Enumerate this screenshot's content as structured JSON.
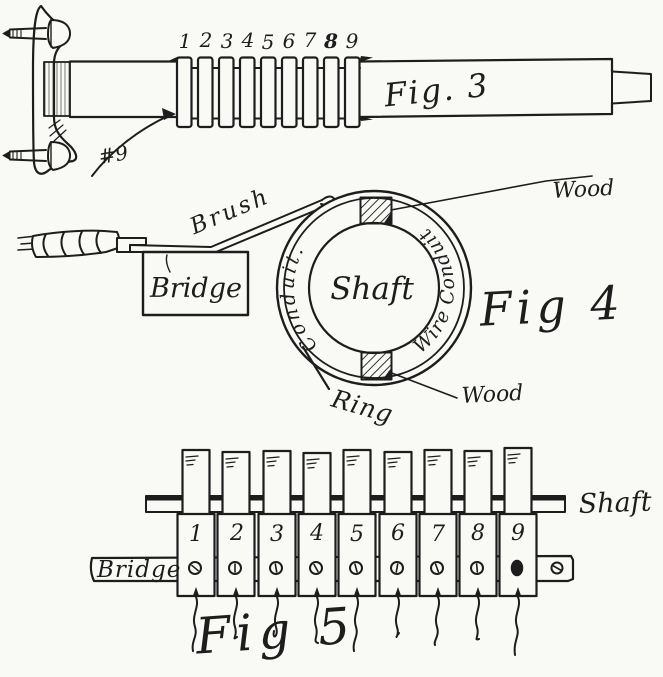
{
  "colors": {
    "ink": "#1d1d1d",
    "paper": "#f9f9f6"
  },
  "figure3": {
    "caption": "Fig. 3",
    "ring_numbers": [
      "1",
      "2",
      "3",
      "4",
      "5",
      "6",
      "7",
      "8",
      "9"
    ],
    "wire_label": "#9"
  },
  "figure4": {
    "caption": "Fig 4",
    "shaft_label": "Shaft",
    "conduit_label": "Conduit.",
    "wire_conduit_label": "Wire Conduit",
    "ring_label": "Ring",
    "wood_label_top": "Wood",
    "wood_label_bottom": "Wood",
    "bridge_label": "Bridge",
    "brush_label": "Brush"
  },
  "figure5": {
    "caption": "Fig 5",
    "shaft_label": "Shaft",
    "bridge_label": "Bridge",
    "segment_numbers": [
      "1",
      "2",
      "3",
      "4",
      "5",
      "6",
      "7",
      "8",
      "9"
    ]
  }
}
